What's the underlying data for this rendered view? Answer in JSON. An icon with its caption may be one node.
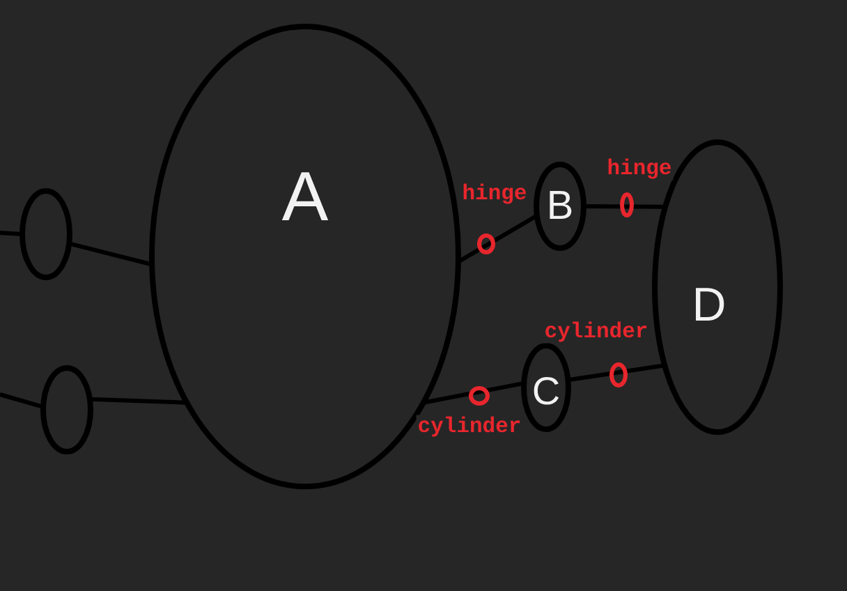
{
  "diagram": {
    "nodes": [
      {
        "text": [],
        "shape": "ellipse"
      },
      {
        "text": [],
        "shape": "ellipse"
      },
      {
        "text": [
          "A"
        ]
      },
      {
        "text": [
          "B"
        ]
      },
      {
        "text": [
          "C"
        ]
      },
      {
        "text": [
          "D"
        ]
      }
    ],
    "edges": [
      {
        "from": null,
        "to": 0,
        "arrow": "none"
      },
      {
        "from": 0,
        "to": 2,
        "arrow": "none"
      },
      {
        "from": null,
        "to": 1,
        "arrow": "none"
      },
      {
        "from": 1,
        "to": 2,
        "arrow": "none"
      },
      {
        "from": 2,
        "to": 3,
        "arrow": "none",
        "label": "hinge"
      },
      {
        "from": 3,
        "to": 5,
        "arrow": "none",
        "label": "hinge"
      },
      {
        "from": 2,
        "to": 4,
        "arrow": "none",
        "label": "cylinder"
      },
      {
        "from": 4,
        "to": 5,
        "arrow": "none",
        "label": "cylinder"
      }
    ]
  }
}
